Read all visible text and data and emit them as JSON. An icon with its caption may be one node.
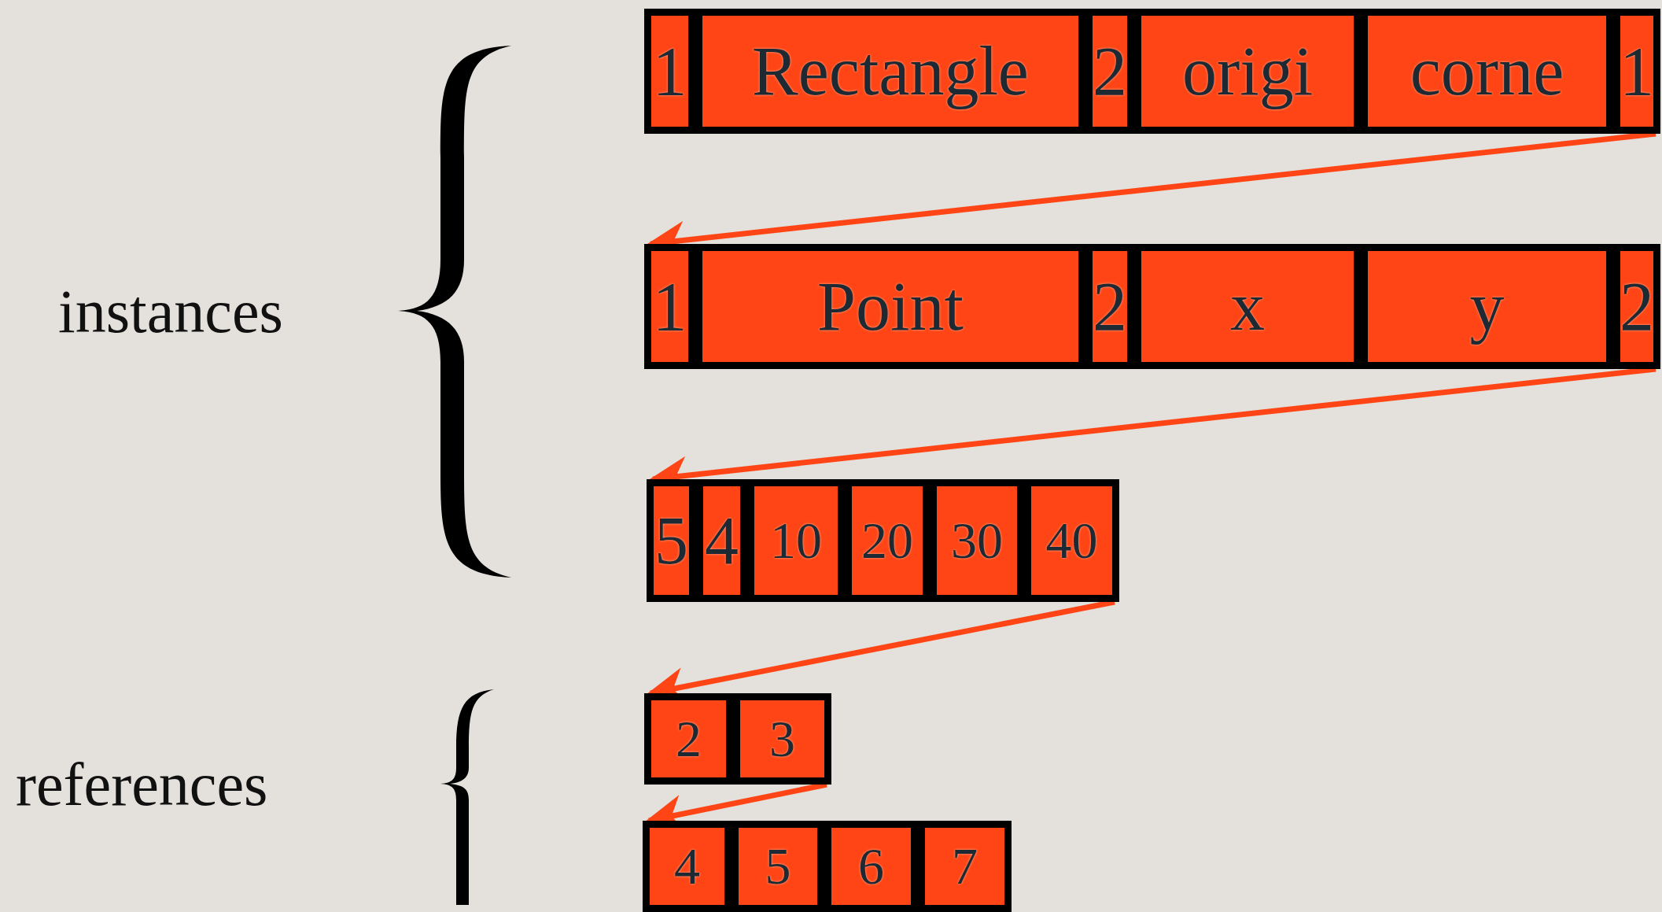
{
  "diagram": {
    "nodes": [
      {
        "text": [
          "1"
        ]
      },
      {
        "text": [
          "Rectangle"
        ]
      },
      {
        "text": [
          "2"
        ]
      },
      {
        "text": [
          "origi"
        ]
      },
      {
        "text": [
          "corne"
        ]
      },
      {
        "text": [
          "1"
        ]
      },
      {
        "text": [
          "1"
        ]
      },
      {
        "text": [
          "Point"
        ]
      },
      {
        "text": [
          "2"
        ]
      },
      {
        "text": [
          "x"
        ]
      },
      {
        "text": [
          "y"
        ]
      },
      {
        "text": [
          "2"
        ]
      },
      {
        "text": [
          "5"
        ]
      },
      {
        "text": [
          "4"
        ]
      },
      {
        "text": [
          "10"
        ]
      },
      {
        "text": [
          "20"
        ]
      },
      {
        "text": [
          "30"
        ]
      },
      {
        "text": [
          "40"
        ]
      },
      {
        "text": [
          "2"
        ]
      },
      {
        "text": [
          "3"
        ]
      },
      {
        "text": [
          "4"
        ]
      },
      {
        "text": [
          "5"
        ]
      },
      {
        "text": [
          "6"
        ]
      },
      {
        "text": [
          "7"
        ]
      }
    ],
    "edges": [
      {
        "from": 5,
        "to": 6,
        "arrow": "to"
      },
      {
        "from": 11,
        "to": 12,
        "arrow": "to"
      },
      {
        "from": 17,
        "to": 18,
        "arrow": "to"
      },
      {
        "from": 19,
        "to": 20,
        "arrow": "to"
      }
    ],
    "labels": [
      "instances",
      "references"
    ]
  }
}
